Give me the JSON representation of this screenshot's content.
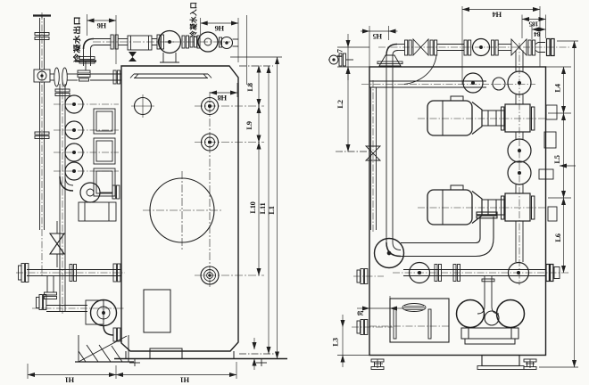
{
  "page": {
    "background": "#fafaf7",
    "ink": "#1f1f1f"
  },
  "annotations": {
    "condensate_outlet": "冷凝水出口",
    "condensate_inlet": "冷凝水入口"
  },
  "dimensions": {
    "left_view": {
      "h6_left": {
        "label": "H6"
      },
      "h6_right": {
        "label": "H6"
      },
      "h8": {
        "label": "H8"
      },
      "l8": {
        "label": "L8"
      },
      "l9": {
        "label": "L9"
      },
      "l10": {
        "label": "L10"
      },
      "l11": {
        "label": "L11"
      },
      "l1": {
        "label": "L1"
      },
      "h1_left": {
        "label": "H1"
      },
      "h1_right": {
        "label": "H1"
      }
    },
    "right_view": {
      "h5": {
        "label": "H5"
      },
      "l7": {
        "label": "L7"
      },
      "l2": {
        "label": "L2"
      },
      "h4": {
        "label": "H4"
      },
      "d185": {
        "label": "185"
      },
      "d84": {
        "label": "84"
      },
      "l4": {
        "label": "L4"
      },
      "l5": {
        "label": "L5"
      },
      "l6": {
        "label": "L6"
      },
      "d20": {
        "label": "20"
      },
      "l3": {
        "label": "L3"
      }
    }
  }
}
